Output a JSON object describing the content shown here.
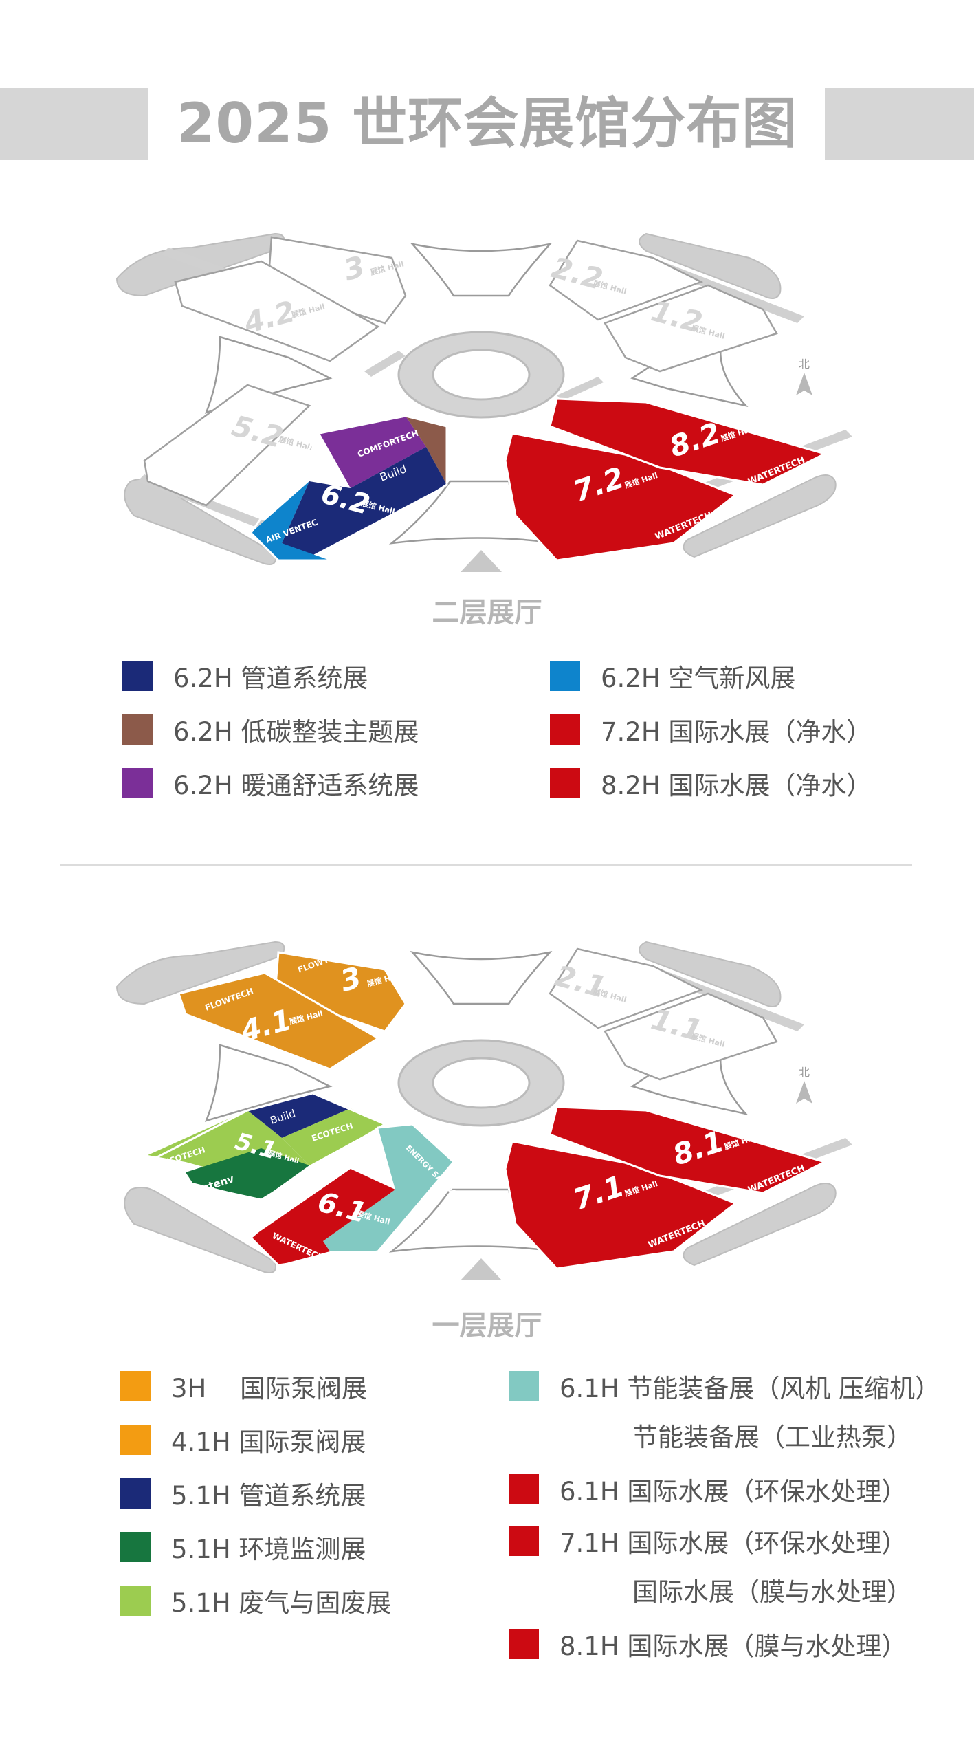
{
  "title": "2025 世环会展馆分布图",
  "floor2": {
    "label": "二层展厅",
    "north": "北",
    "halls": {
      "h3": {
        "num": "3",
        "tag": "展馆 Hall"
      },
      "h4_2": {
        "num": "4.2",
        "tag": "展馆 Hall"
      },
      "h2_2": {
        "num": "2.2",
        "tag": "展馆 Hall"
      },
      "h1_2": {
        "num": "1.2",
        "tag": "展馆 Hall"
      },
      "h5_2": {
        "num": "5.2",
        "tag": "展馆 Hall"
      },
      "h6_2": {
        "num": "6.2",
        "tag": "展馆 Hall",
        "brand_comfort": "COMFORTECH",
        "brand_build": "Build",
        "brand_air": "AIR VENTEC"
      },
      "h7_2": {
        "num": "7.2",
        "tag": "展馆 Hall",
        "brand": "WATERTECH"
      },
      "h8_2": {
        "num": "8.2",
        "tag": "展馆 Hall",
        "brand": "WATERTECH"
      }
    },
    "legend_left": [
      {
        "color": "#1b2a78",
        "label": "6.2H 管道系统展"
      },
      {
        "color": "#8c5a4a",
        "label": "6.2H 低碳整装主题展"
      },
      {
        "color": "#7b2f98",
        "label": "6.2H 暖通舒适系统展"
      }
    ],
    "legend_right": [
      {
        "color": "#0e84cc",
        "label": "6.2H 空气新风展"
      },
      {
        "color": "#cc0a12",
        "label": "7.2H 国际水展（净水）"
      },
      {
        "color": "#cc0a12",
        "label": "8.2H 国际水展（净水）"
      }
    ]
  },
  "floor1": {
    "label": "一层展厅",
    "north": "北",
    "halls": {
      "h3": {
        "num": "3",
        "tag": "展馆 Hall",
        "brand": "FLOWTECH"
      },
      "h4_1": {
        "num": "4.1",
        "tag": "展馆 Hall",
        "brand": "FLOWTECH"
      },
      "h2_1": {
        "num": "2.1",
        "tag": "展馆 Hall"
      },
      "h1_1": {
        "num": "1.1",
        "tag": "展馆 Hall"
      },
      "h5_1": {
        "num": "5.1",
        "tag": "展馆 Hall",
        "brand_build": "Build",
        "brand_eco": "ECOTECH",
        "brand_eco2": "ECOTECH",
        "brand_env": "Intenv"
      },
      "h6_1": {
        "num": "6.1",
        "tag": "展馆 Hall",
        "brand_energy": "ENERGY SAVING",
        "brand": "WATERTECH"
      },
      "h7_1": {
        "num": "7.1",
        "tag": "展馆 Hall",
        "brand": "WATERTECH"
      },
      "h8_1": {
        "num": "8.1",
        "tag": "展馆 Hall",
        "brand": "WATERTECH"
      }
    },
    "legend_left": [
      {
        "color": "#f39c12",
        "label": "3H　 国际泵阀展"
      },
      {
        "color": "#f39c12",
        "label": "4.1H 国际泵阀展"
      },
      {
        "color": "#1b2a78",
        "label": "5.1H 管道系统展"
      },
      {
        "color": "#17763f",
        "label": "5.1H 环境监测展"
      },
      {
        "color": "#9ccc50",
        "label": "5.1H 废气与固废展"
      }
    ],
    "legend_right": [
      {
        "color": "#82c9c2",
        "label": "6.1H 节能装备展（风机 压缩机）"
      },
      {
        "color": "",
        "label": "节能装备展（工业热泵）"
      },
      {
        "color": "#cc0a12",
        "label": "6.1H 国际水展（环保水处理）"
      },
      {
        "color": "#cc0a12",
        "label": "7.1H 国际水展（环保水处理）"
      },
      {
        "color": "",
        "label": "国际水展（膜与水处理）"
      },
      {
        "color": "#cc0a12",
        "label": "8.1H 国际水展（膜与水处理）"
      }
    ]
  }
}
